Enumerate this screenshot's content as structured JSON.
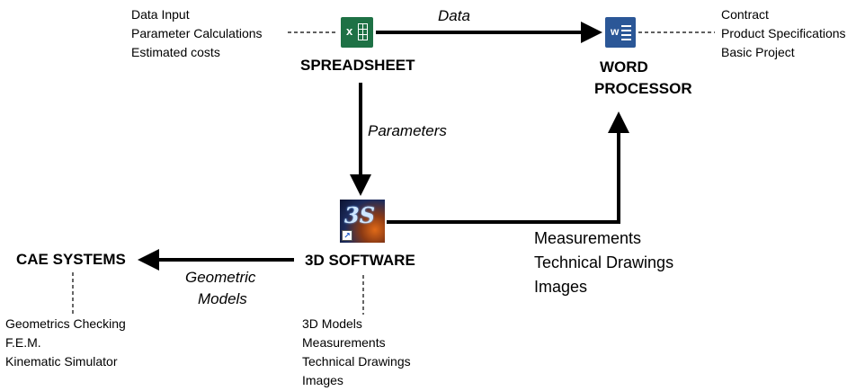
{
  "nodes": {
    "spreadsheet": {
      "label": "SPREADSHEET",
      "icon": "excel-icon",
      "color": "#1e7145",
      "notes": [
        "Data Input",
        "Parameter Calculations",
        "Estimated costs"
      ]
    },
    "word_processor": {
      "label_lines": [
        "WORD",
        "PROCESSOR"
      ],
      "icon": "word-icon",
      "color": "#2b5797",
      "notes": [
        "Contract",
        "Product Specifications",
        "Basic Project"
      ]
    },
    "software_3d": {
      "label": "3D SOFTWARE",
      "icon": "3ds-icon",
      "notes": [
        "3D Models",
        "Measurements",
        "Technical Drawings",
        "Images"
      ]
    },
    "cae": {
      "label": "CAE SYSTEMS",
      "notes": [
        "Geometrics Checking",
        "F.E.M.",
        "Kinematic Simulator"
      ]
    }
  },
  "edges": {
    "data": "Data",
    "parameters": "Parameters",
    "geometric_models": [
      "Geometric",
      "Models"
    ],
    "to_word": [
      "Measurements",
      "Technical Drawings",
      "Images"
    ]
  },
  "icons": {
    "excel_letter": "x",
    "word_letter": "w",
    "ds_logo": "3S",
    "shortcut": "↗"
  }
}
